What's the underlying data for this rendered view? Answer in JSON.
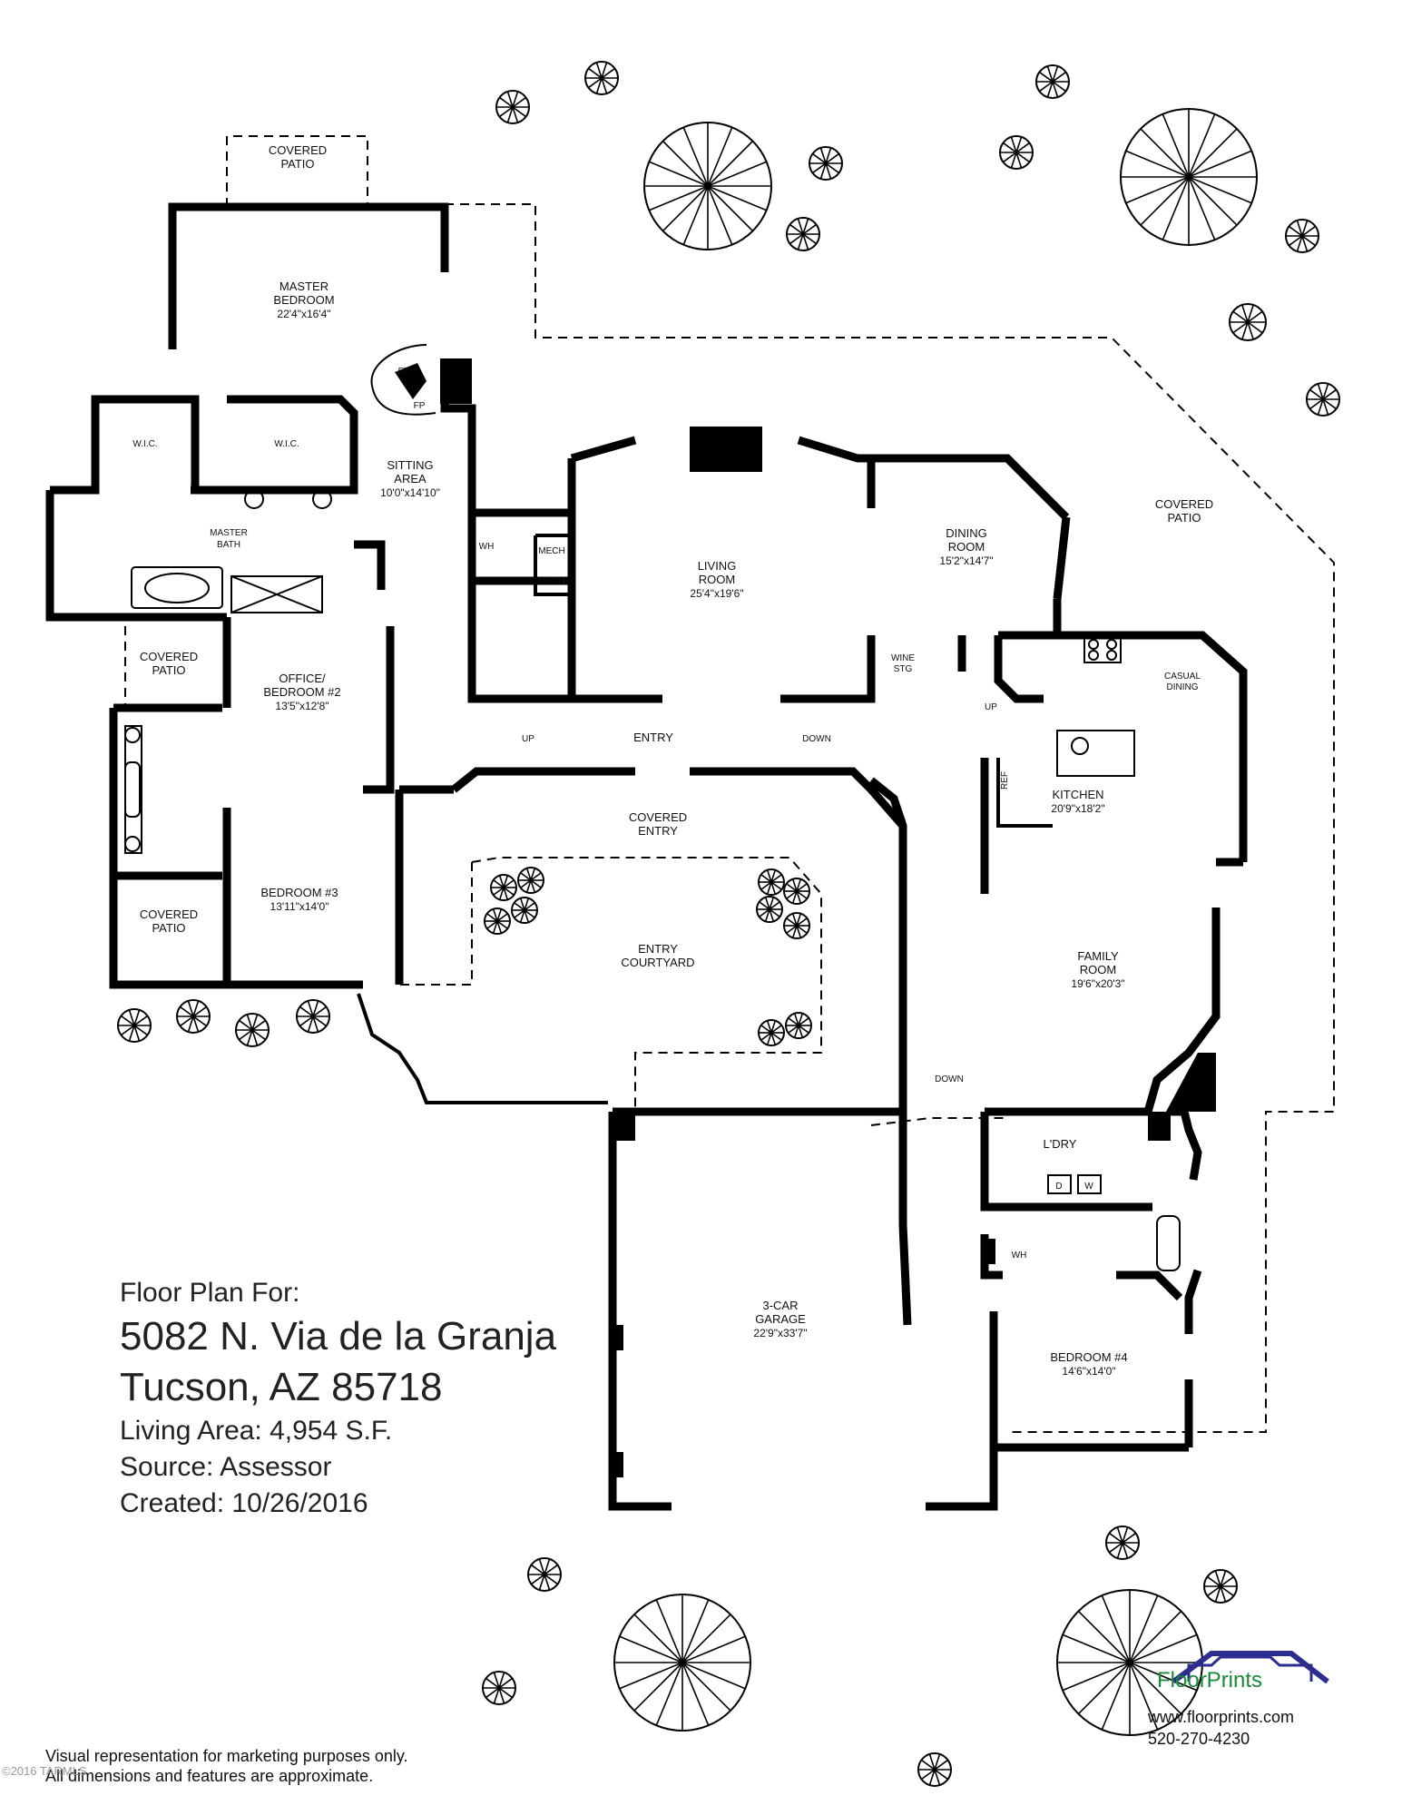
{
  "rooms": {
    "covered_patio_top": {
      "name_1": "COVERED",
      "name_2": "PATIO"
    },
    "master_bedroom": {
      "name_1": "MASTER",
      "name_2": "BEDROOM",
      "dims": "22'4\"x16'4\""
    },
    "sitting_area": {
      "name_1": "SITTING",
      "name_2": "AREA",
      "dims": "10'0\"x14'10\""
    },
    "master_bath": {
      "name_1": "MASTER",
      "name_2": "BATH"
    },
    "wic_left": {
      "name": "W.I.C."
    },
    "wic_right": {
      "name": "W.I.C."
    },
    "covered_patio_left_1": {
      "name_1": "COVERED",
      "name_2": "PATIO"
    },
    "office": {
      "name_1": "OFFICE/",
      "name_2": "BEDROOM #2",
      "dims": "13'5\"x12'8\""
    },
    "bedroom_3": {
      "name": "BEDROOM #3",
      "dims": "13'11\"x14'0\""
    },
    "covered_patio_left_2": {
      "name_1": "COVERED",
      "name_2": "PATIO"
    },
    "living_room": {
      "name_1": "LIVING",
      "name_2": "ROOM",
      "dims": "25'4\"x19'6\""
    },
    "dining_room": {
      "name_1": "DINING",
      "name_2": "ROOM",
      "dims": "15'2\"x14'7\""
    },
    "covered_patio_right": {
      "name_1": "COVERED",
      "name_2": "PATIO"
    },
    "wine_storage": {
      "name_1": "WINE",
      "name_2": "STG"
    },
    "casual_dining": {
      "name_1": "CASUAL",
      "name_2": "DINING"
    },
    "kitchen": {
      "name": "KITCHEN",
      "dims": "20'9\"x18'2\""
    },
    "entry": {
      "name": "ENTRY"
    },
    "covered_entry": {
      "name_1": "COVERED",
      "name_2": "ENTRY"
    },
    "entry_courtyard": {
      "name_1": "ENTRY",
      "name_2": "COURTYARD"
    },
    "family_room": {
      "name_1": "FAMILY",
      "name_2": "ROOM",
      "dims": "19'6\"x20'3\""
    },
    "laundry": {
      "name": "L'DRY"
    },
    "garage": {
      "name_1": "3-CAR",
      "name_2": "GARAGE",
      "dims": "22'9\"x33'7\""
    },
    "bedroom_4": {
      "name": "BEDROOM #4",
      "dims": "14'6\"x14'0\""
    }
  },
  "fixtures": {
    "fp_1": "FP",
    "fp_2": "FP",
    "wh_1": "WH",
    "wh_2": "WH",
    "mech_1": "MECH",
    "mech_2": "MECH",
    "ref": "REF",
    "dryer": "D",
    "washer": "W",
    "up_1": "UP",
    "up_2": "UP",
    "down_1": "DOWN",
    "down_2": "DOWN"
  },
  "info": {
    "heading": "Floor Plan For:",
    "street": "5082 N. Via de la Granja",
    "city": "Tucson, AZ 85718",
    "living_area": "Living Area:  4,954 S.F.",
    "source": "Source:  Assessor",
    "created": "Created:  10/26/2016"
  },
  "disclaimer": {
    "line_1": "Visual representation for marketing purposes only.",
    "line_2": "All dimensions and features are approximate."
  },
  "brand": {
    "name": "FloorPrints",
    "url": "www.floorprints.com",
    "phone": "520-270-4230",
    "logo_color": "#2b2d8f",
    "name_color": "#1a8a3a"
  },
  "watermark": "©2016 TARMLS"
}
